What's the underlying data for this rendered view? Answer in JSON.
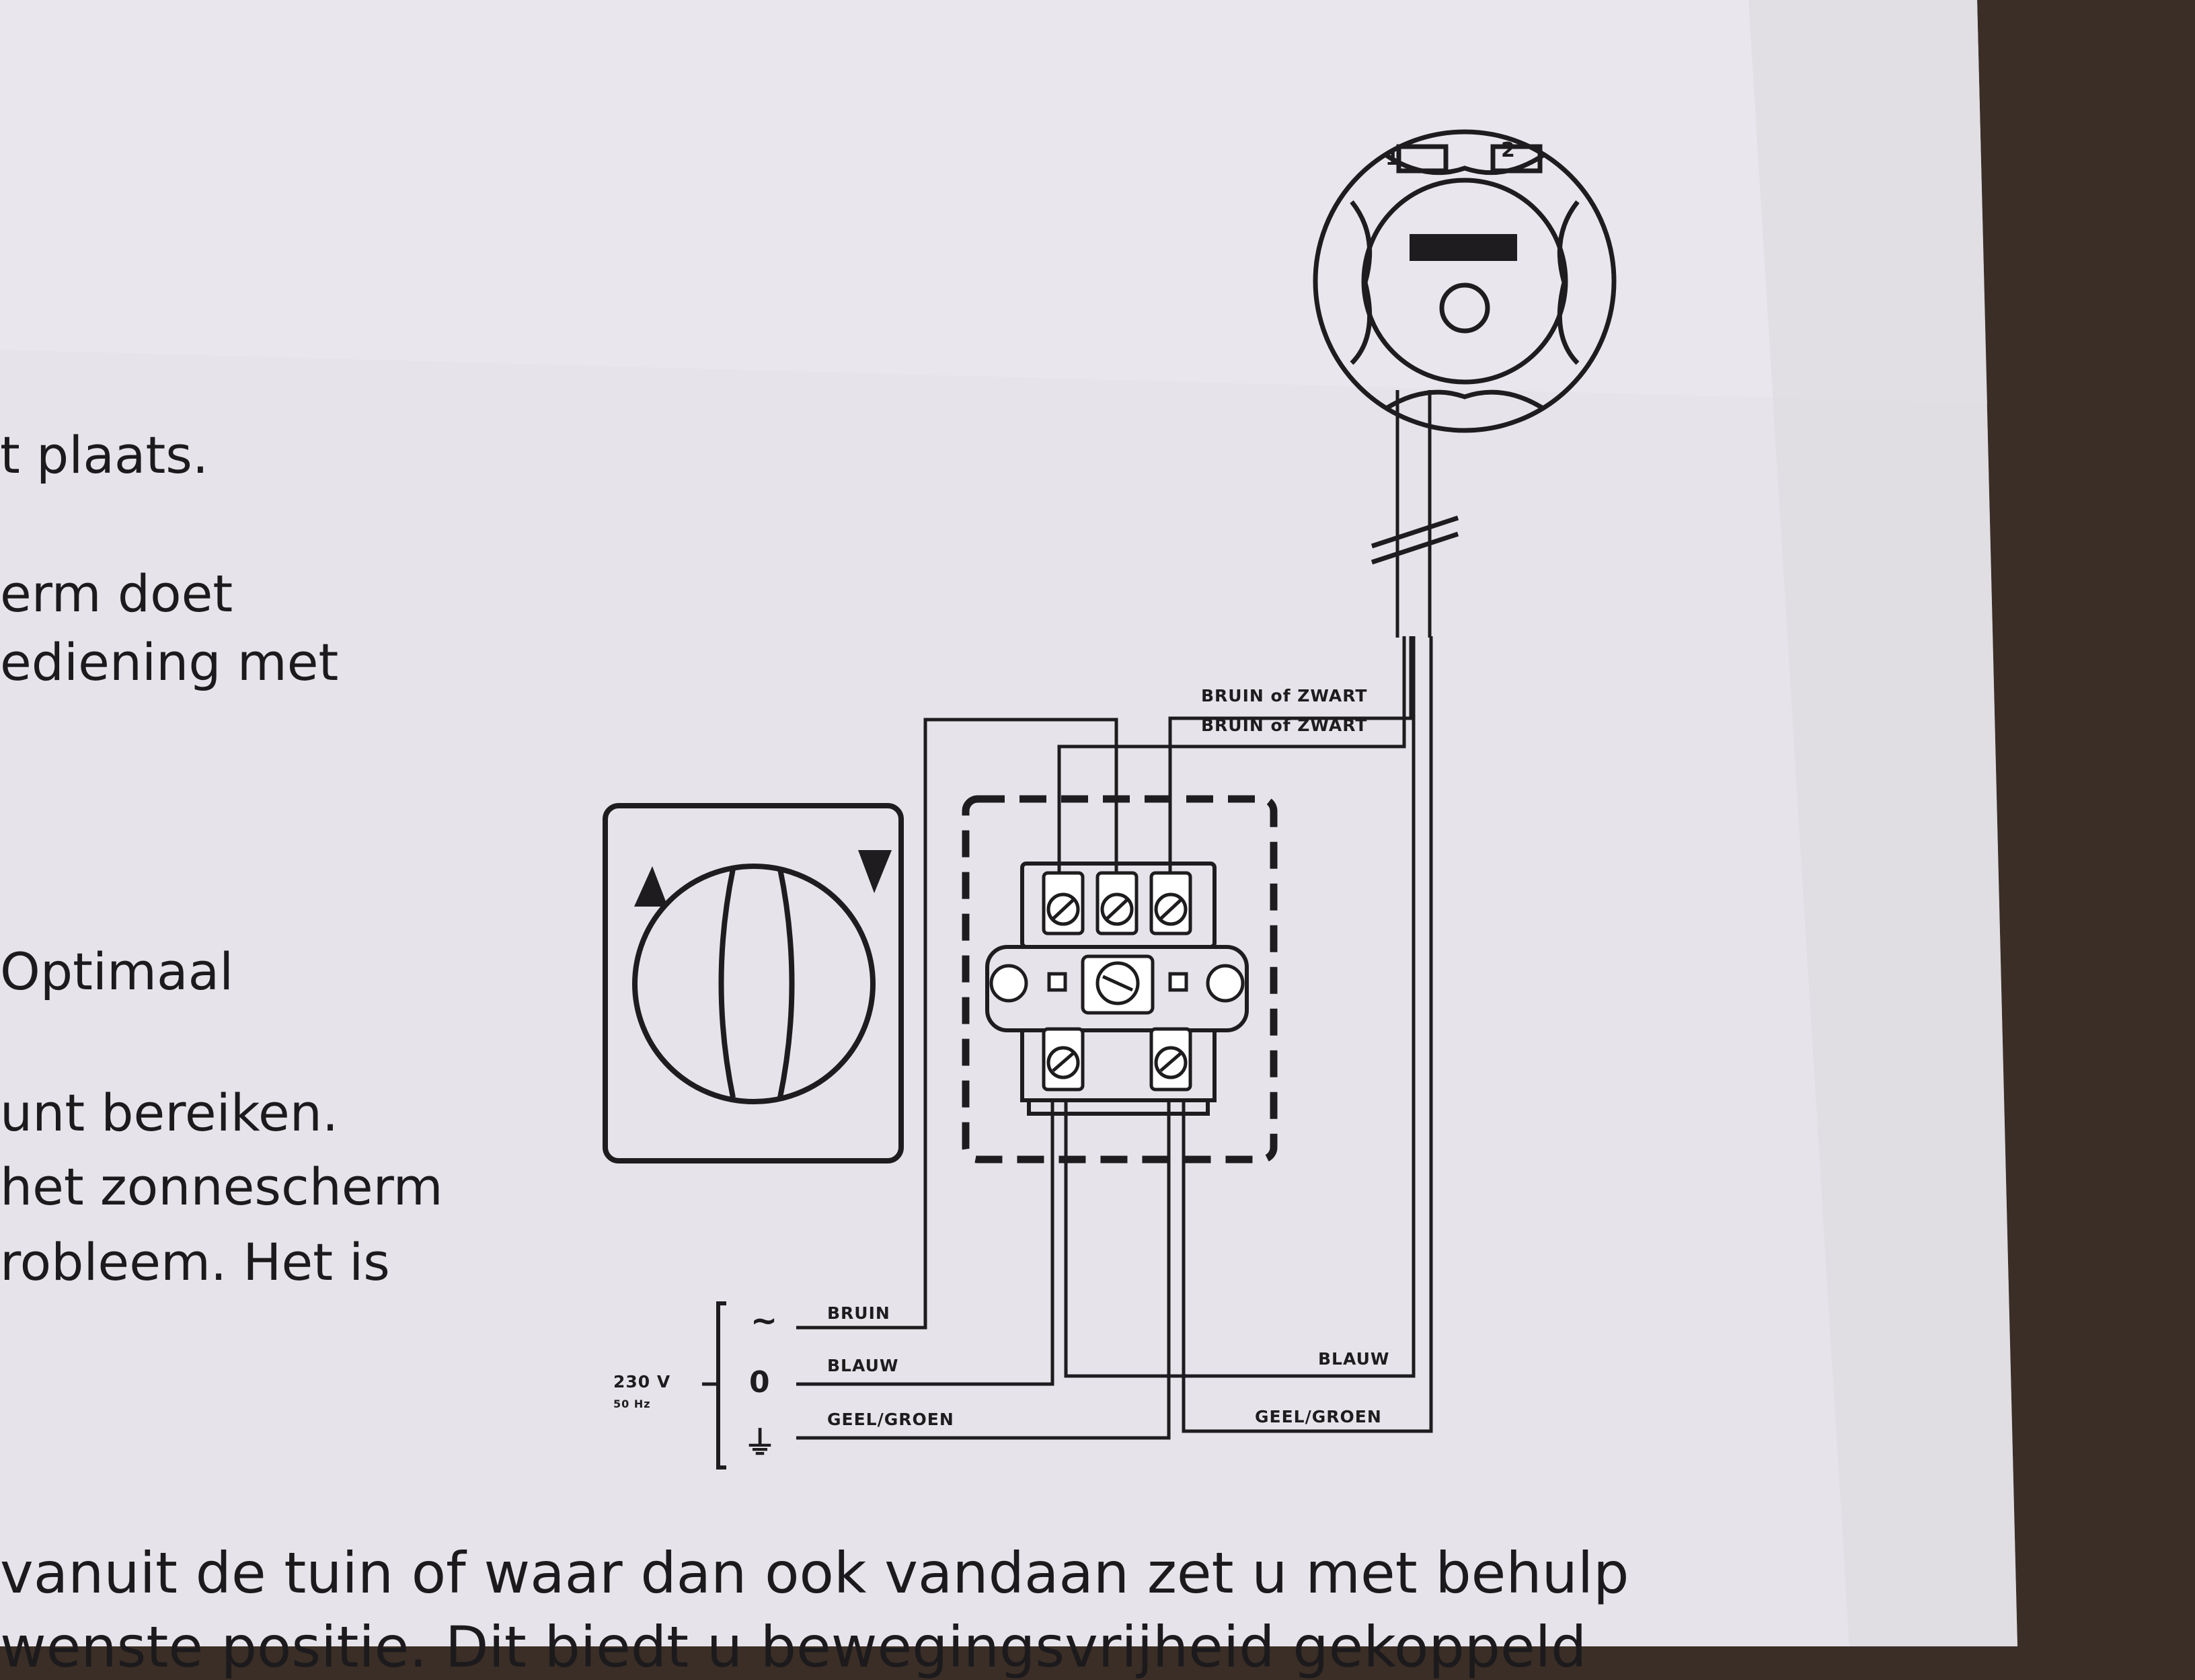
{
  "colors": {
    "paper": "#e6e4ea",
    "background": "#3a2e26",
    "ink": "#1e1c1e"
  },
  "left_text": [
    "t plaats.",
    "erm doet",
    "ediening met",
    "Optimaal",
    "unt bereiken.",
    "het zonnescherm",
    "robleem. Het is"
  ],
  "bottom_text": [
    "vanuit de tuin of waar dan ook vandaan zet u met behulp",
    "wenste positie. Dit biedt u bewegingsvrijheid gekoppeld"
  ],
  "diagram": {
    "wire_top_1": "BRUIN of ZWART",
    "wire_top_2": "BRUIN of ZWART",
    "supply_bruin": "BRUIN",
    "supply_blauw": "BLAUW",
    "supply_geelgroen": "GEEL/GROEN",
    "return_blauw": "BLAUW",
    "return_geelgroen": "GEEL/GROEN",
    "voltage": "230 V",
    "frequency": "50 Hz",
    "sensor_terminal_1": "1",
    "sensor_terminal_2": "2",
    "symbol_phase": "~",
    "symbol_neutral": "0",
    "symbol_earth": "⏚"
  }
}
